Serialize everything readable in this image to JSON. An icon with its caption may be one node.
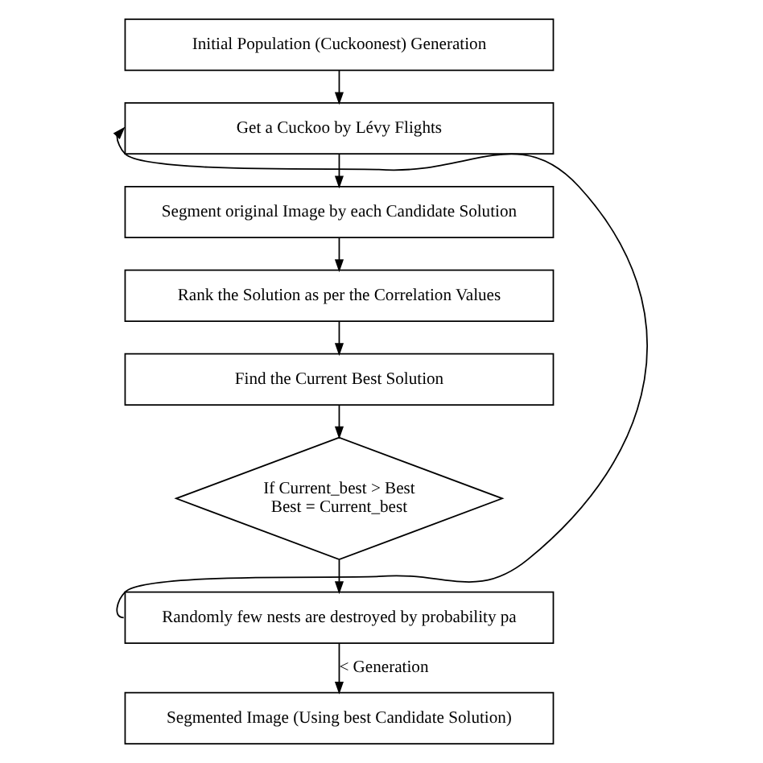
{
  "diagram": {
    "nodes": [
      {
        "text": [
          "Initial Population (Cuckoonest) Generation"
        ]
      },
      {
        "text": [
          "Get a Cuckoo by Lévy Flights"
        ]
      },
      {
        "text": [
          "Segment original Image by each Candidate Solution"
        ]
      },
      {
        "text": [
          "Rank the Solution as per the Correlation Values"
        ]
      },
      {
        "text": [
          "Find the Current Best Solution"
        ]
      },
      {
        "text": [
          "If Current_best > Best",
          "Best = Current_best"
        ]
      },
      {
        "text": [
          "Randomly few nests are destroyed by probability pa"
        ]
      },
      {
        "text": [
          "Segmented Image (Using best Candidate Solution)"
        ]
      }
    ],
    "edges": [
      {
        "from": 0,
        "to": 1,
        "arrow": "to"
      },
      {
        "from": 1,
        "to": 2,
        "arrow": "to"
      },
      {
        "from": 2,
        "to": 3,
        "arrow": "to"
      },
      {
        "from": 3,
        "to": 4,
        "arrow": "to"
      },
      {
        "from": 4,
        "to": 5,
        "arrow": "to"
      },
      {
        "from": 5,
        "to": 6,
        "arrow": "to"
      },
      {
        "from": 6,
        "to": 7,
        "arrow": "to",
        "label": "< Generation"
      },
      {
        "from": 6,
        "to": 1,
        "arrow": "to"
      }
    ]
  }
}
